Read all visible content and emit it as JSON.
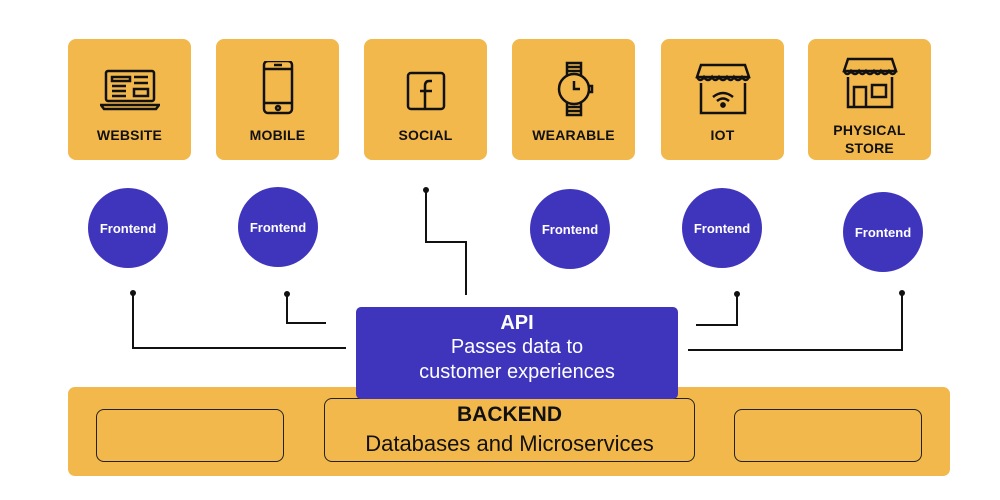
{
  "channels": [
    {
      "label": "WEBSITE",
      "icon": "website-icon"
    },
    {
      "label": "MOBILE",
      "icon": "mobile-icon"
    },
    {
      "label": "SOCIAL",
      "icon": "facebook-icon"
    },
    {
      "label": "WEARABLE",
      "icon": "watch-icon"
    },
    {
      "label": "IOT",
      "icon": "iot-store-icon"
    },
    {
      "label_line1": "PHYSICAL",
      "label_line2": "STORE",
      "icon": "store-icon"
    }
  ],
  "frontends": [
    {
      "label": "Frontend"
    },
    {
      "label": "Frontend"
    },
    {
      "label": "Frontend"
    },
    {
      "label": "Frontend"
    },
    {
      "label": "Frontend"
    }
  ],
  "api": {
    "title": "API",
    "line1": "Passes data to",
    "line2": "customer experiences"
  },
  "backend": {
    "title": "BACKEND",
    "subtitle": "Databases and Microservices"
  },
  "colors": {
    "gold": "#f2b84b",
    "indigo": "#3f35bd",
    "ink": "#111111"
  }
}
